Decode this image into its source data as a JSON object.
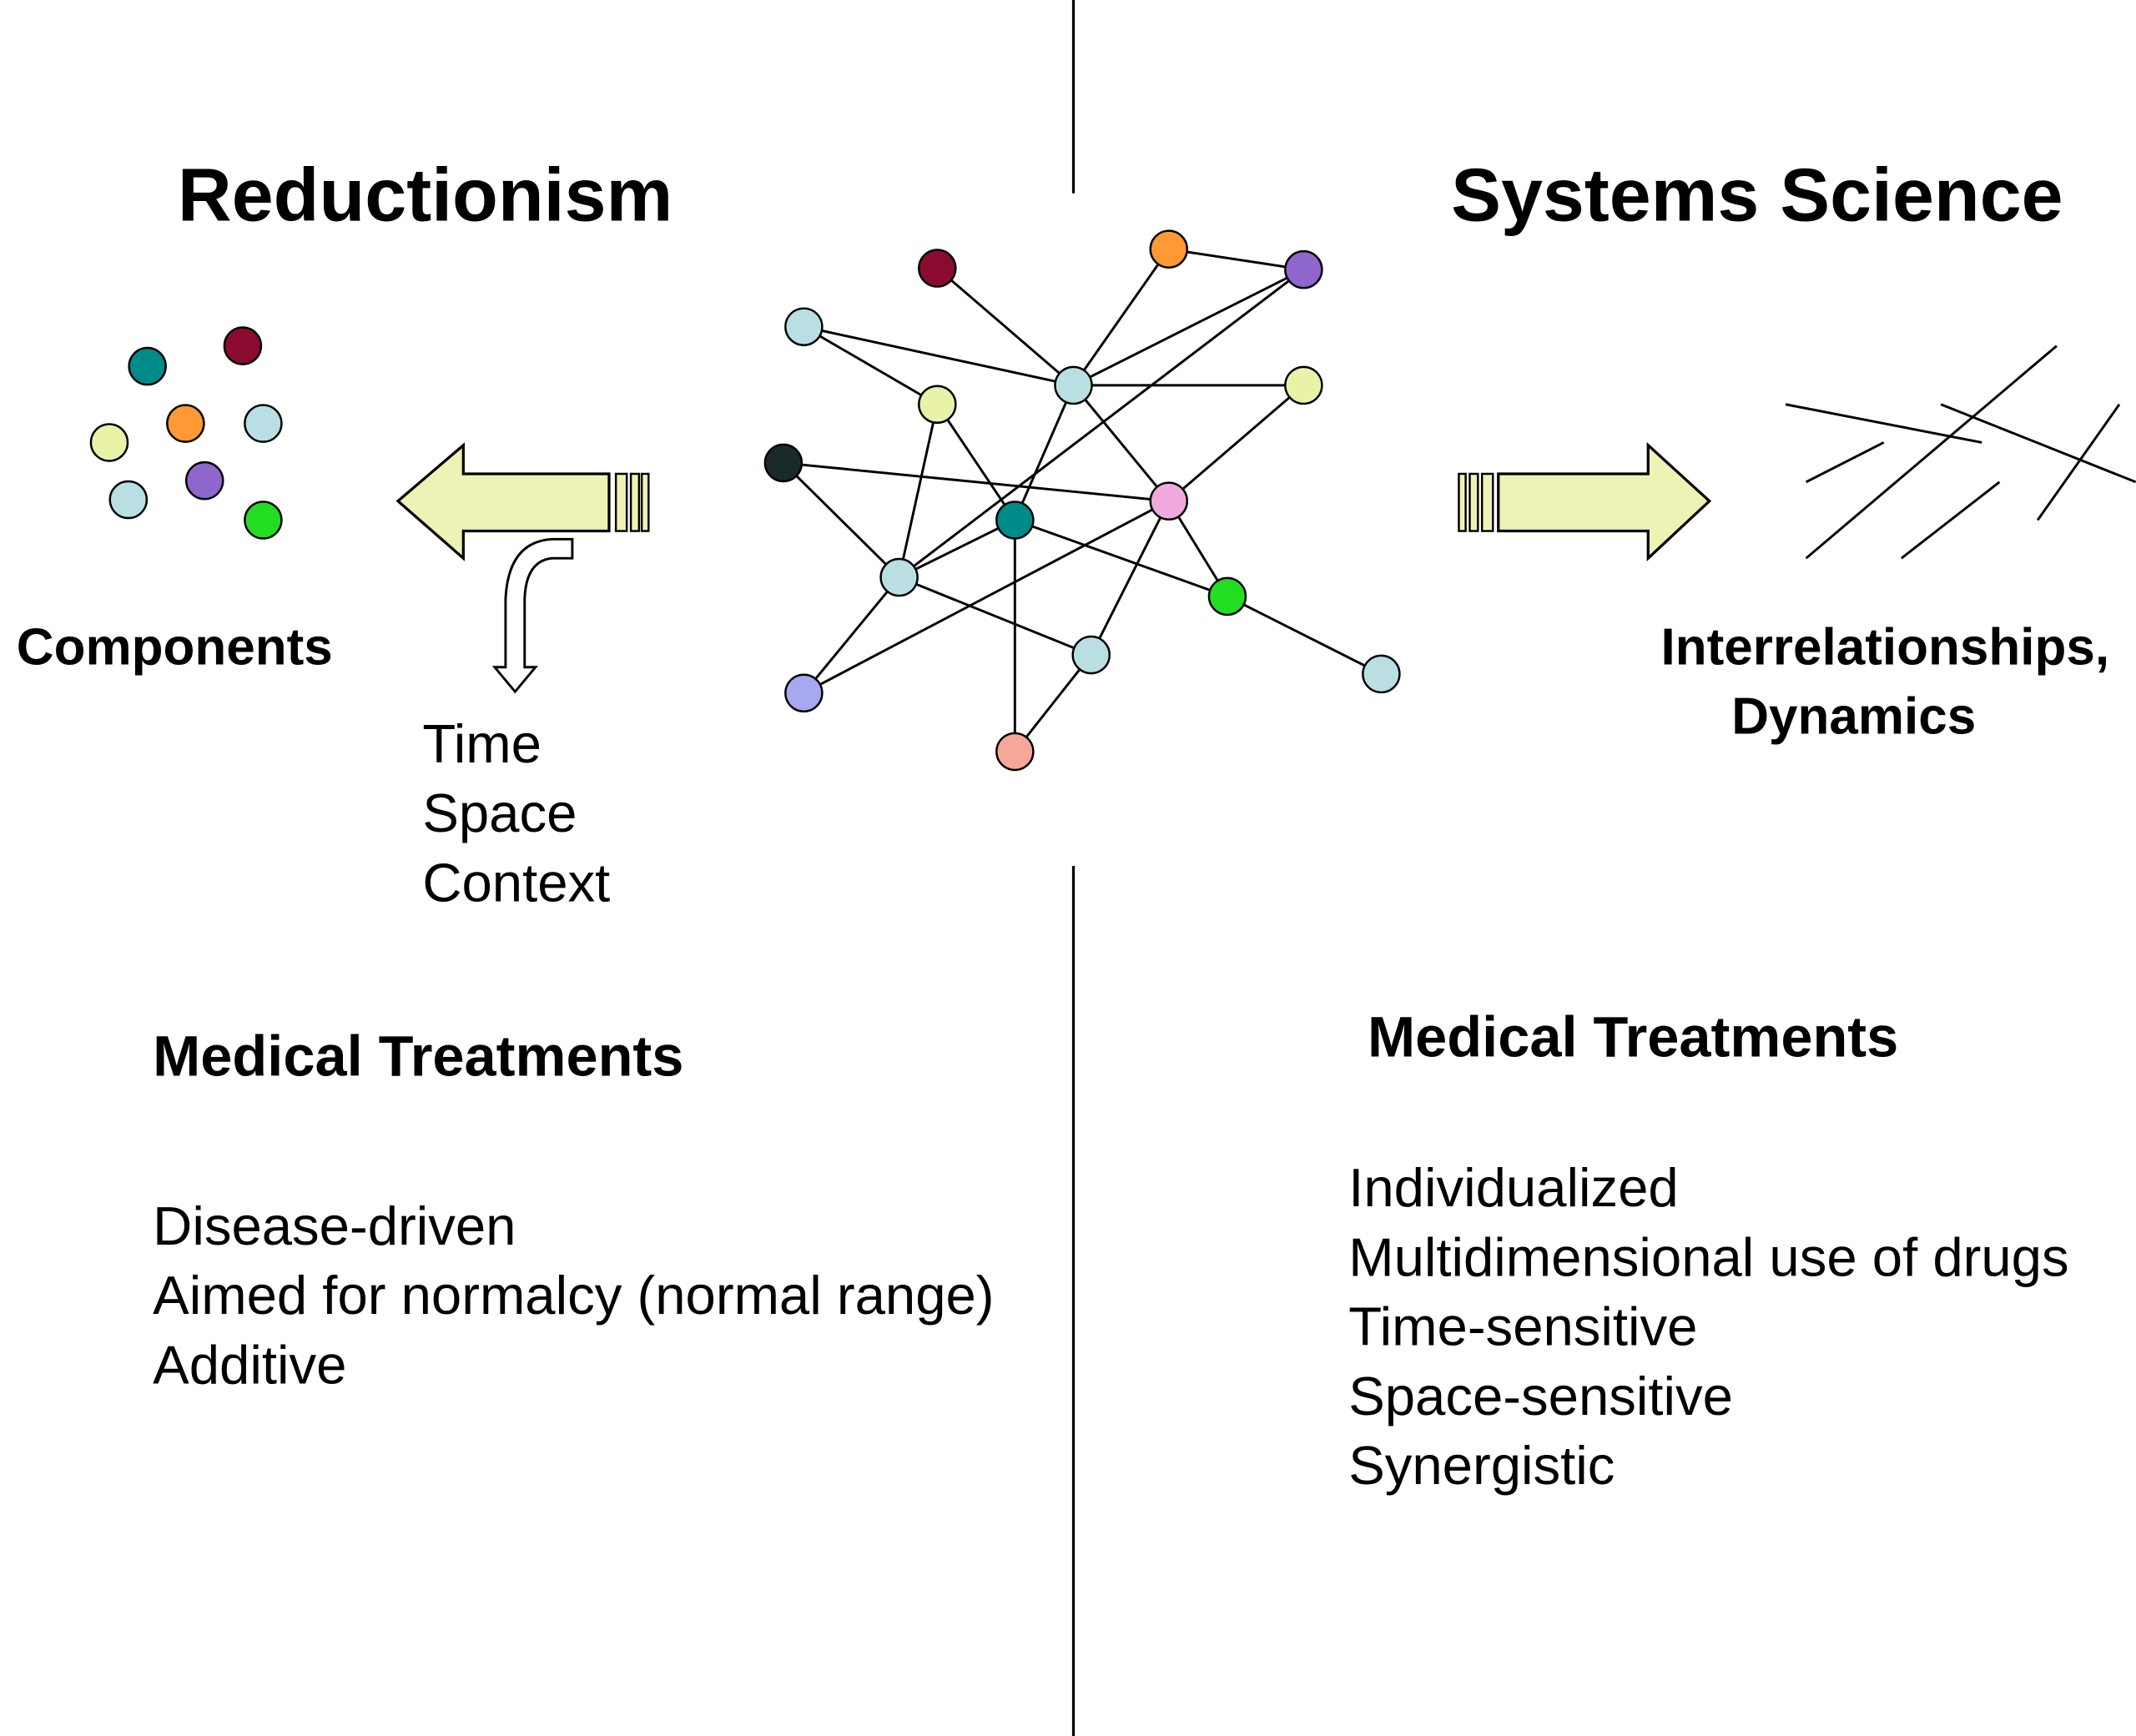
{
  "left": {
    "title": "Reductionism",
    "components_label": "Components",
    "factors": [
      "Time",
      "Space",
      "Context"
    ],
    "treatments_title": "Medical Treatments",
    "treatments": [
      "Disease-driven",
      "Aimed for normalcy (normal range)",
      "Additive"
    ],
    "component_dots": [
      {
        "id": "c1",
        "color": "#008b8b"
      },
      {
        "id": "c2",
        "color": "#8b0a30"
      },
      {
        "id": "c3",
        "color": "#ff9933"
      },
      {
        "id": "c4",
        "color": "#b9dfe3"
      },
      {
        "id": "c5",
        "color": "#eaf2aa"
      },
      {
        "id": "c6",
        "color": "#8f66cc"
      },
      {
        "id": "c7",
        "color": "#b9dfe3"
      },
      {
        "id": "c8",
        "color": "#22dd22"
      }
    ]
  },
  "right": {
    "title": "Systems Science",
    "relations_label": [
      "Interrelationships,",
      "Dynamics"
    ],
    "treatments_title": "Medical Treatments",
    "treatments": [
      "Individualized",
      "Multidimensional use of drugs",
      "Time-sensitive",
      "Space-sensitive",
      "Synergistic"
    ]
  },
  "network": {
    "nodes": [
      {
        "id": "n1",
        "color": "#8b0a30"
      },
      {
        "id": "n2",
        "color": "#ff9933"
      },
      {
        "id": "n3",
        "color": "#8f66cc"
      },
      {
        "id": "n4",
        "color": "#b9dfe3"
      },
      {
        "id": "n5",
        "color": "#b9dfe3"
      },
      {
        "id": "n6",
        "color": "#eaf2aa"
      },
      {
        "id": "n7",
        "color": "#eaf2aa"
      },
      {
        "id": "n8",
        "color": "#1a2a2a"
      },
      {
        "id": "n9",
        "color": "#008b8b"
      },
      {
        "id": "n10",
        "color": "#f0aadd"
      },
      {
        "id": "n11",
        "color": "#b9dfe3"
      },
      {
        "id": "n12",
        "color": "#22dd22"
      },
      {
        "id": "n13",
        "color": "#a8a8f0"
      },
      {
        "id": "n14",
        "color": "#b9dfe3"
      },
      {
        "id": "n15",
        "color": "#b9dfe3"
      },
      {
        "id": "n16",
        "color": "#f5a898"
      }
    ],
    "edges": [
      [
        "n1",
        "n5"
      ],
      [
        "n2",
        "n5"
      ],
      [
        "n2",
        "n3"
      ],
      [
        "n3",
        "n5"
      ],
      [
        "n3",
        "n11"
      ],
      [
        "n4",
        "n5"
      ],
      [
        "n4",
        "n6"
      ],
      [
        "n5",
        "n7"
      ],
      [
        "n5",
        "n10"
      ],
      [
        "n5",
        "n9"
      ],
      [
        "n6",
        "n11"
      ],
      [
        "n6",
        "n9"
      ],
      [
        "n7",
        "n10"
      ],
      [
        "n8",
        "n10"
      ],
      [
        "n8",
        "n11"
      ],
      [
        "n9",
        "n12"
      ],
      [
        "n9",
        "n16"
      ],
      [
        "n9",
        "n11"
      ],
      [
        "n10",
        "n12"
      ],
      [
        "n10",
        "n13"
      ],
      [
        "n10",
        "n14"
      ],
      [
        "n11",
        "n13"
      ],
      [
        "n11",
        "n14"
      ],
      [
        "n12",
        "n15"
      ],
      [
        "n14",
        "n16"
      ]
    ]
  },
  "colors": {
    "arrow_fill": "#eef2b4",
    "line": "#000000"
  }
}
